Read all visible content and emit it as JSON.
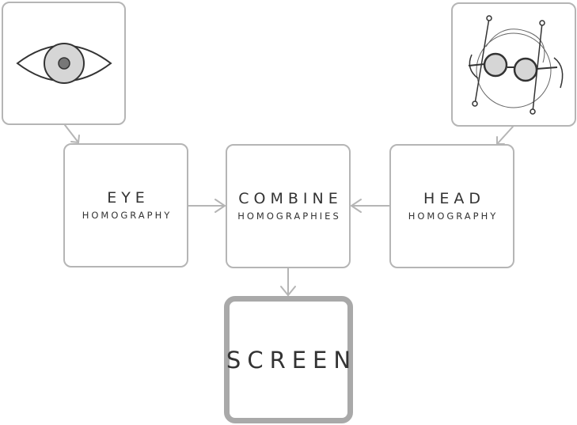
{
  "nodes": {
    "eye": {
      "title": "EYE",
      "subtitle": "HOMOGRAPHY"
    },
    "combine": {
      "title": "COMBINE",
      "subtitle": "HOMOGRAPHIES"
    },
    "head": {
      "title": "HEAD",
      "subtitle": "HOMOGRAPHY"
    },
    "screen": {
      "title": "SCREEN"
    }
  },
  "icons": {
    "top_left": "eye-icon",
    "top_right": "head-glasses-icon"
  },
  "colors": {
    "border": "#b5b5b5",
    "screen_border": "#a9a9a9",
    "icon_fill": "#d6d6d6",
    "text": "#333333"
  }
}
